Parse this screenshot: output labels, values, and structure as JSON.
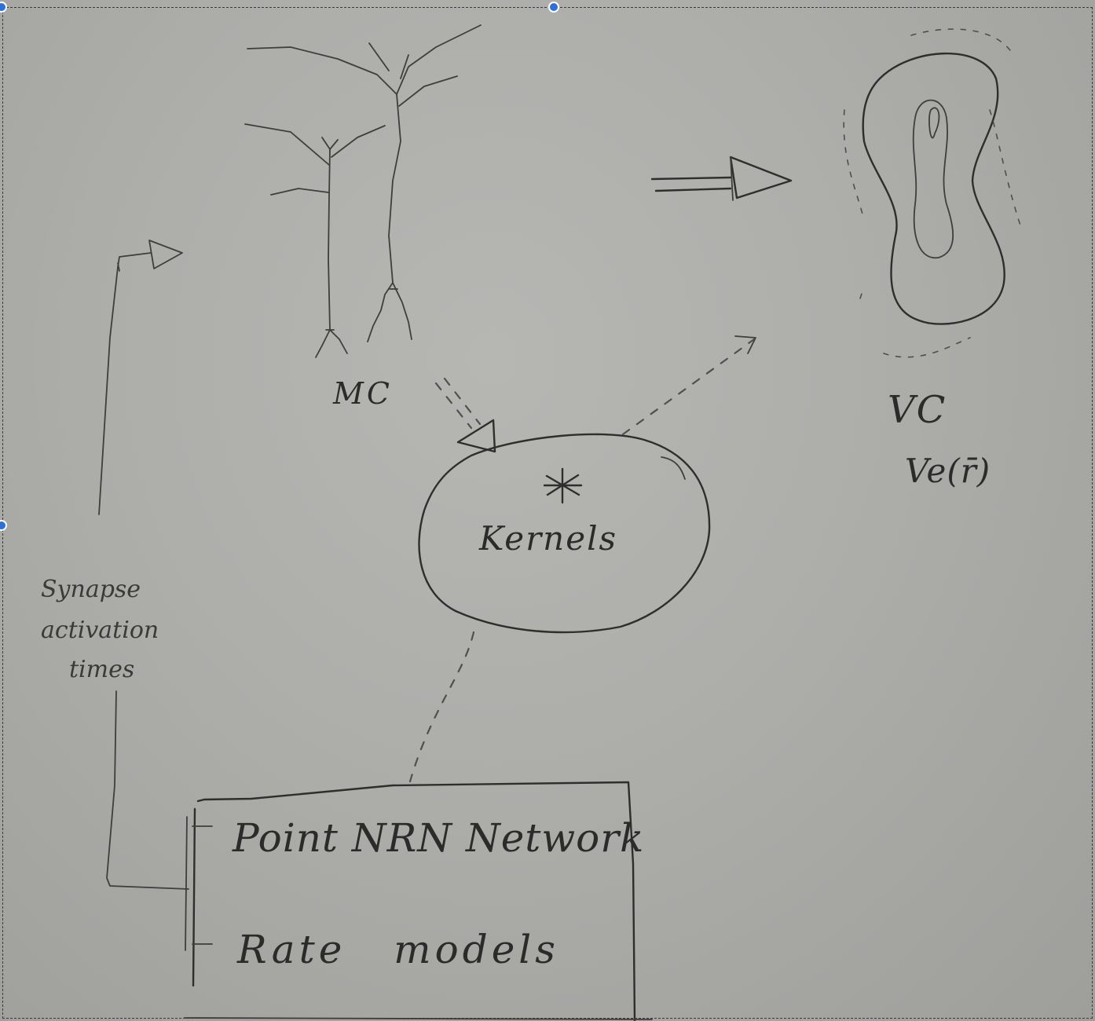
{
  "labels": {
    "mc": "MC",
    "vc": "VC",
    "vc_formula": "Ve(r̄)",
    "kernels": "Kernels",
    "kernel_star": "*",
    "synapse_line1": "Synapse",
    "synapse_line2": "activation",
    "synapse_line3": "times",
    "box_item1": "Point NRN Network",
    "box_item2": "Rate models"
  },
  "colors": {
    "ink": "#2e2e2e",
    "paper": "#adadaa",
    "selection_handle": "#2f6fd6"
  },
  "icons": {
    "selection_handles": [
      "resize-handle-icon",
      "resize-handle-icon"
    ]
  }
}
